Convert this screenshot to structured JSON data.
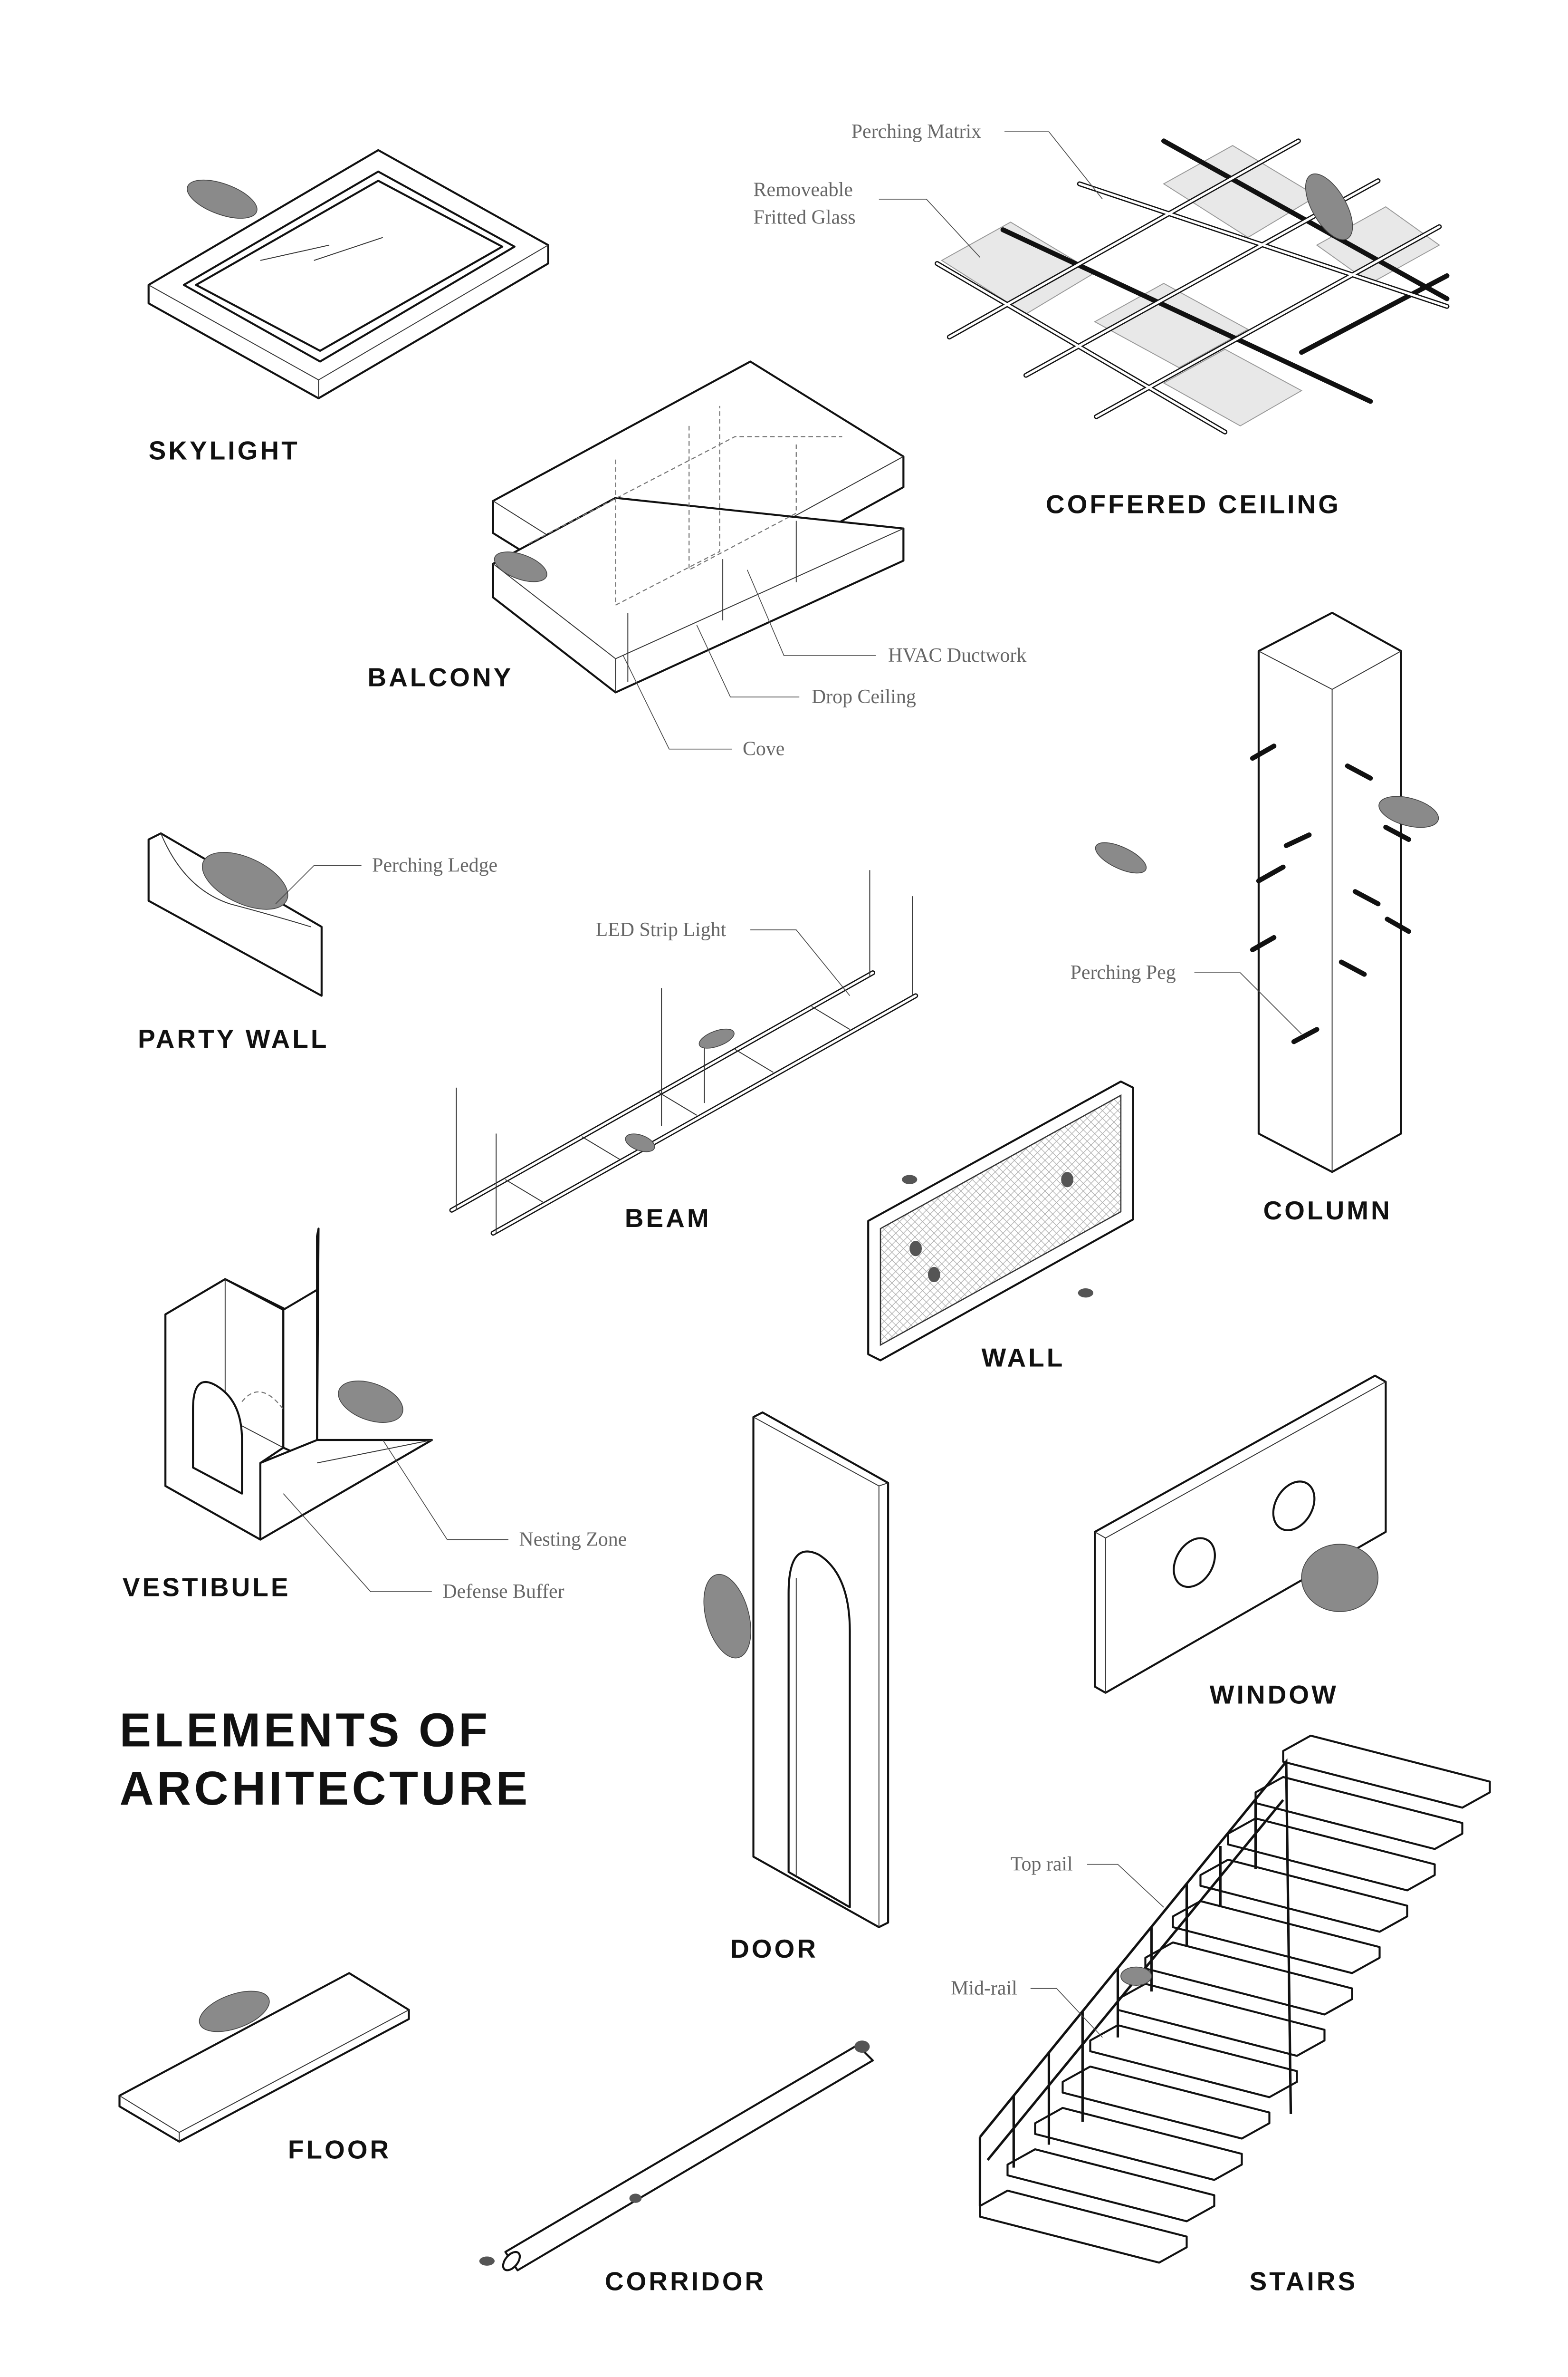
{
  "title": {
    "line1": "ELEMENTS OF",
    "line2": "ARCHITECTURE"
  },
  "elements": {
    "skylight": "SKYLIGHT",
    "coffered_ceiling": "COFFERED CEILING",
    "balcony": "BALCONY",
    "party_wall": "PARTY WALL",
    "beam": "BEAM",
    "column": "COLUMN",
    "wall": "WALL",
    "vestibule": "VESTIBULE",
    "window": "WINDOW",
    "door": "DOOR",
    "floor": "FLOOR",
    "corridor": "CORRIDOR",
    "stairs": "STAIRS"
  },
  "annotations": {
    "perching_matrix": "Perching Matrix",
    "removeable": "Removeable",
    "fritted_glass": "Fritted Glass",
    "hvac_ductwork": "HVAC Ductwork",
    "drop_ceiling": "Drop Ceiling",
    "cove": "Cove",
    "perching_ledge": "Perching Ledge",
    "led_strip_light": "LED Strip Light",
    "perching_peg": "Perching Peg",
    "nesting_zone": "Nesting Zone",
    "defense_buffer": "Defense Buffer",
    "top_rail": "Top rail",
    "mid_rail": "Mid-rail"
  }
}
